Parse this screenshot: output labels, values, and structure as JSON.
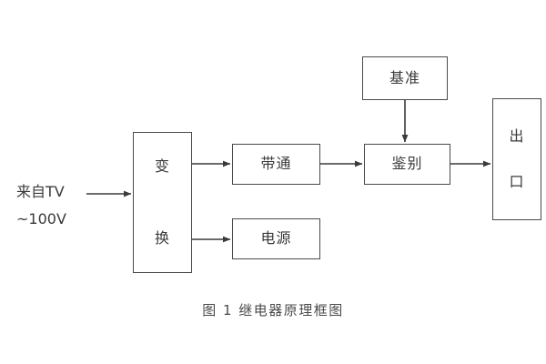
{
  "figure": {
    "caption": "图 1  继电器原理框图",
    "background_color": "#ffffff",
    "line_color": "#3a3a3a",
    "box_border_color": "#4a4a4a",
    "text_color": "#3a3a3a"
  },
  "source": {
    "line1": "来自TV",
    "line2": "~100V",
    "combined": "来自TV\n~100V"
  },
  "blocks": {
    "transform": {
      "label": "变\n换",
      "name": "变换"
    },
    "bandpass": {
      "label": "带通",
      "name": "带通"
    },
    "power": {
      "label": "电源",
      "name": "电源"
    },
    "reference": {
      "label": "基准",
      "name": "基准"
    },
    "discriminate": {
      "label": "鉴别",
      "name": "鉴别"
    },
    "output": {
      "label": "出\n口",
      "name": "出口"
    }
  },
  "edges": [
    {
      "id": "source-to-transform",
      "from": "来自TV ~100V",
      "to": "变换"
    },
    {
      "id": "transform-to-bandpass",
      "from": "变换",
      "to": "带通"
    },
    {
      "id": "transform-to-power",
      "from": "变换",
      "to": "电源"
    },
    {
      "id": "bandpass-to-discriminate",
      "from": "带通",
      "to": "鉴别"
    },
    {
      "id": "reference-to-discriminate",
      "from": "基准",
      "to": "鉴别"
    },
    {
      "id": "discriminate-to-output",
      "from": "鉴别",
      "to": "出口"
    }
  ]
}
